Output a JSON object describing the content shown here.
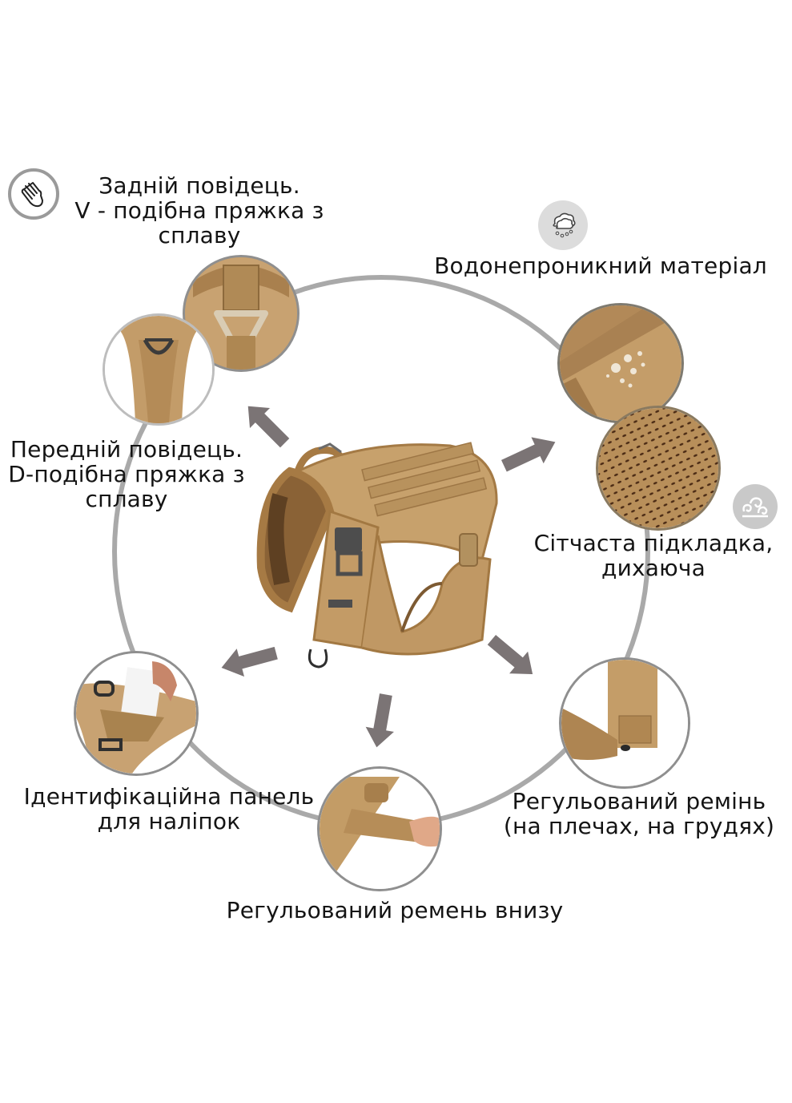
{
  "colors": {
    "background": "#ffffff",
    "ring": "#a9a9a9",
    "arrow": "#7b7475",
    "fabric": "#b48a55",
    "fabric_dark": "#8a6438",
    "fabric_light": "#c9a474",
    "text": "#141414"
  },
  "features": [
    {
      "id": "rear-leash",
      "icon": "hand-icon",
      "lines": [
        "Задній повідець.",
        "V - подібна пряжка з",
        "сплаву"
      ]
    },
    {
      "id": "waterproof",
      "icon": "rain-cloud-icon",
      "lines": [
        "Водонепроникний матеріал"
      ]
    },
    {
      "id": "front-leash",
      "icon": null,
      "lines": [
        "Передній повідець.",
        "D-подібна пряжка з",
        "сплаву"
      ]
    },
    {
      "id": "mesh-lining",
      "icon": "wind-swirl-icon",
      "lines": [
        "Сітчаста підкладка,",
        "дихаюча"
      ]
    },
    {
      "id": "id-panel",
      "icon": null,
      "lines": [
        "Ідентифікаційна панель",
        "для наліпок"
      ]
    },
    {
      "id": "adjustable-strap-shoulder-chest",
      "icon": null,
      "lines": [
        "Регульований ремінь",
        "(на плечах, на грудях)"
      ]
    },
    {
      "id": "adjustable-strap-bottom",
      "icon": null,
      "lines": [
        "Регульований ремень внизу"
      ]
    }
  ],
  "photos": [
    {
      "id": "v-buckle-photo",
      "subject": "V-shaped alloy buckle"
    },
    {
      "id": "d-ring-photo",
      "subject": "D-shaped alloy ring"
    },
    {
      "id": "waterproof-photo",
      "subject": "water droplets on fabric"
    },
    {
      "id": "mesh-photo",
      "subject": "breathable mesh lining"
    },
    {
      "id": "id-panel-photo",
      "subject": "velcro patch panel with sticker"
    },
    {
      "id": "bottom-strap-photo",
      "subject": "hand pulling bottom strap"
    },
    {
      "id": "shoulder-strap-photo",
      "subject": "adjustable side strap"
    }
  ],
  "center_product": {
    "subject": "tactical dog harness, coyote tan"
  }
}
